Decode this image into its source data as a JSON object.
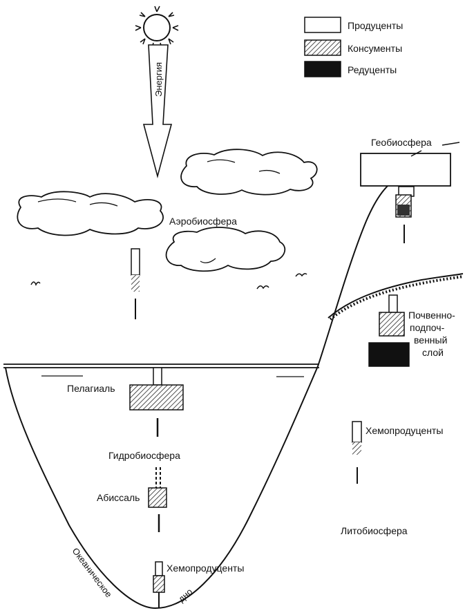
{
  "legend": [
    {
      "label": "Продуценты",
      "style": "white"
    },
    {
      "label": "Консументы",
      "style": "hatched"
    },
    {
      "label": "Редуценты",
      "style": "black"
    }
  ],
  "labels": {
    "energy": "Энергия",
    "aerobiosphere": "Аэробиосфера",
    "geobiosphere": "Геобиосфера",
    "soil_1": "Почвенно-",
    "soil_2": "подпоч-",
    "soil_3": "венный",
    "soil_4": "слой",
    "pelagial": "Пелагиаль",
    "hydrobiosphere": "Гидробиосфера",
    "abyssal": "Абиссаль",
    "chemoproducers_right": "Хемопродуценты",
    "chemoproducers_bottom": "Хемопродуценты",
    "lithobiosphere": "Литобиосфера",
    "ocean_floor_1": "Океаническое",
    "ocean_floor_2": "дно"
  },
  "colors": {
    "ink": "#111111",
    "paper": "#ffffff"
  }
}
